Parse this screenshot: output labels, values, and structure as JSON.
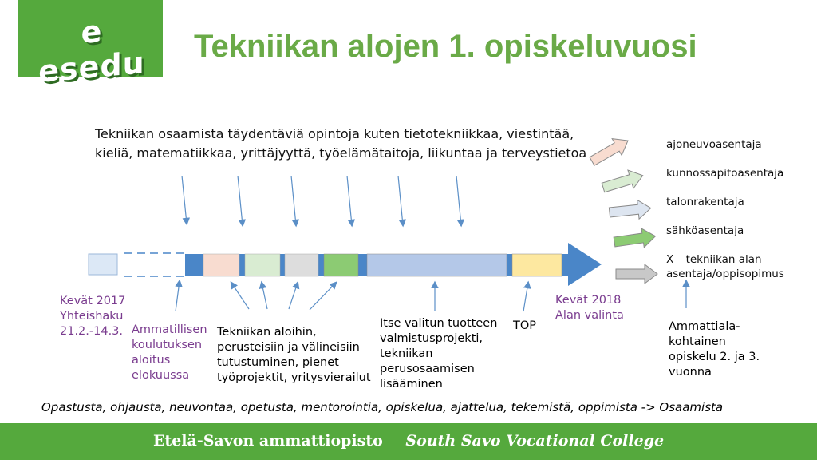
{
  "logo": {
    "text": "e esedu"
  },
  "title": "Tekniikan alojen 1. opiskeluvuosi",
  "top_text": {
    "line1": "Tekniikan osaamista täydentäviä opintoja kuten tietotekniikkaa, viestintää,",
    "line2": "kieliä, matematiikkaa, yrittäjyyttä, työelämätaitoja, liikuntaa ja terveystietoa"
  },
  "labels": {
    "kevat2017": {
      "line1": "Kevät 2017",
      "line2": "Yhteishaku",
      "line3": "21.2.-14.3."
    },
    "ammatillisen": {
      "line1": "Ammatillisen",
      "line2": "koulutuksen",
      "line3": "aloitus",
      "line4": "elokuussa"
    },
    "tekniikan_aloihin": {
      "line1": "Tekniikan aloihin,",
      "line2": "perusteisiin ja välineisiin",
      "line3": "tutustuminen, pienet",
      "line4": "työprojektit, yritysvierailut"
    },
    "itse_valitun": {
      "line1": "Itse valitun tuotteen",
      "line2": "valmistusprojekti,",
      "line3": "tekniikan",
      "line4": "perusosaamisen",
      "line5": "lisääminen"
    },
    "top": "TOP",
    "kevat2018": {
      "line1": "Kevät 2018",
      "line2": "Alan valinta"
    },
    "ammattiala": {
      "line1": "Ammattiala-",
      "line2": "kohtainen",
      "line3": "opiskelu 2. ja 3.",
      "line4": "vuonna"
    }
  },
  "careers": [
    {
      "label": "ajoneuvoasentaja",
      "color": "#f8dcd0"
    },
    {
      "label": "kunnossapitoasentaja",
      "color": "#d9ecd2"
    },
    {
      "label": "talonrakentaja",
      "color": "#dde5f0"
    },
    {
      "label": "sähköasentaja",
      "color": "#8ccb73"
    },
    {
      "label": "X – tekniikan alan",
      "label2": "asentaja/oppisopimus",
      "color": "#c8c8c8"
    }
  ],
  "footnote": "Opastusta, ohjausta, neuvontaa, opetusta, mentorointia, opiskelua, ajattelua, tekemistä, oppimista  ->  Osaamista",
  "footer": {
    "fi": "Etelä-Savon ammattiopisto",
    "en": "South Savo Vocational College"
  },
  "colors": {
    "brand_green": "#55a93d",
    "title_green": "#6aaa47",
    "timeline_blue": "#4a86c8",
    "label_purple": "#7a3c8f"
  }
}
